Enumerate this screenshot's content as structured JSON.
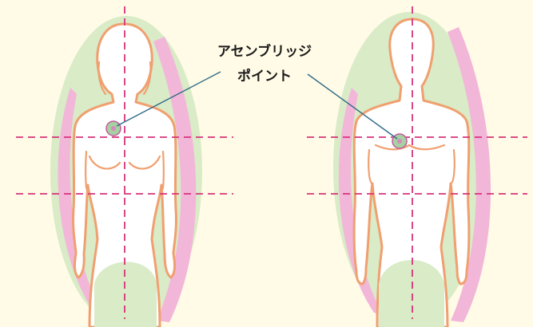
{
  "figure": {
    "label_line1": "アセンブリッジ",
    "label_line2": "ポイント",
    "colors": {
      "background": "#fffbe6",
      "halo": "#d9ebc7",
      "accent_stripe": "#f2b6d8",
      "body_outline": "#f0a070",
      "guide_lines": "#d6337a",
      "pointer_line": "#2f6a86"
    },
    "figures": [
      "female-figure",
      "male-figure"
    ]
  }
}
